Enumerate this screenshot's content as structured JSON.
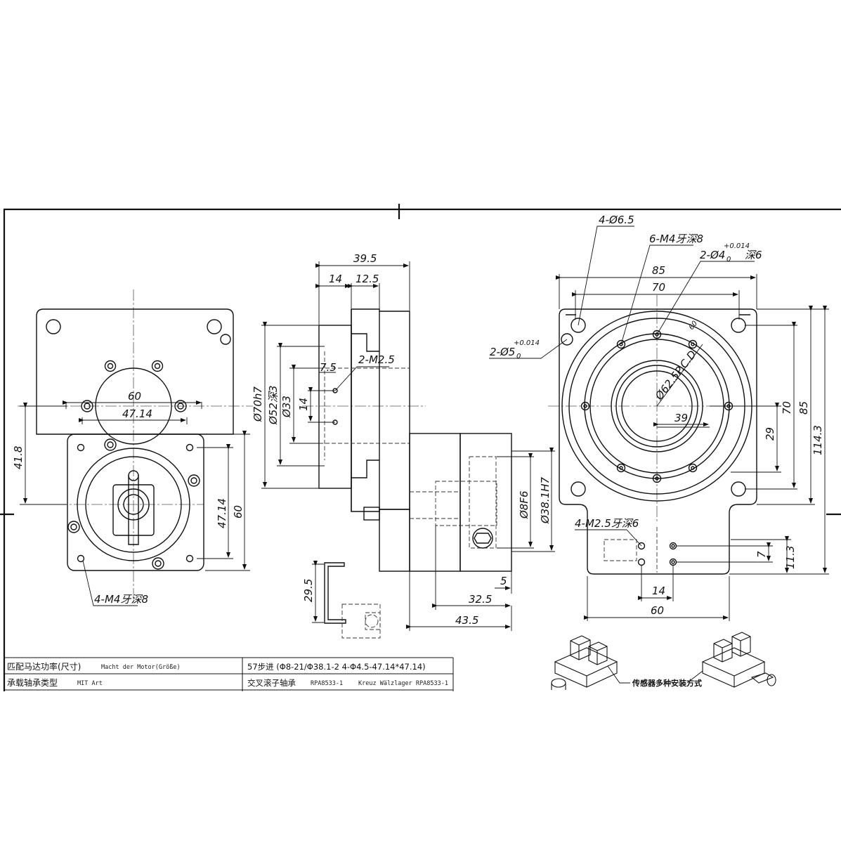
{
  "colors": {
    "ink": "#111111",
    "paper": "#ffffff",
    "hidden_line": "#333333"
  },
  "front_view": {
    "dims": {
      "bolt_circle": "60",
      "motor_pitch": "47.14",
      "height_left": "41.8",
      "pitch_vertical": "47.14",
      "height_right": "60"
    },
    "callout_bottom": "4-M4牙深8"
  },
  "side_view": {
    "dims": {
      "overall": "39.5",
      "flange": "14",
      "step": "12.5",
      "small_offset": "7.5",
      "thread_note": "2-M2.5",
      "dia_70": "Ø70h7",
      "dia_52": "Ø52深3",
      "dia_33": "Ø33",
      "center_14": "14",
      "shaft_8": "Ø8F6",
      "spigot_38": "Ø38.1H7",
      "step_5": "5",
      "length_32_5": "32.5",
      "length_43_5": "43.5",
      "bracket_29_5": "29.5"
    }
  },
  "top_view": {
    "callouts": {
      "holes_6_5": "4-Ø6.5",
      "m4_holes": "6-M4牙深8",
      "pin_4_prefix": "2-Ø4",
      "pin_4_sup": "+0.014",
      "pin_4_sub": "0",
      "pin_4_suffix": "深6",
      "pin_5_prefix": "2-Ø5",
      "pin_5_sup": "+0.014",
      "pin_5_sub": "0",
      "pcd": "Ø62.5P.C.D",
      "small_60": "60",
      "sensor_holes": "4-M2.5牙深6"
    },
    "dims": {
      "w85": "85",
      "w70": "70",
      "h70": "70",
      "h85": "85",
      "h114": "114.3",
      "offset39": "39",
      "offset29": "29",
      "sensor_14": "14",
      "sensor_60": "60",
      "sensor_7": "7",
      "sensor_11_3": "11.3"
    }
  },
  "title_block": {
    "row1_label": "匹配马达功率(尺寸)",
    "row1_sub": "Macht der Motor(Größe)",
    "row1_value": "57步进 (Φ8-21/Φ38.1-2 4-Φ4.5-47.14*47.14)",
    "row2_label": "承载轴承类型",
    "row2_sub": "MIT Art",
    "row2_value": "交叉滚子轴承",
    "row2_code": "RPA8533-1",
    "row2_de": "Kreuz Wälzlager RPA8533-1"
  },
  "sensor_note": "传感器多种安装方式"
}
